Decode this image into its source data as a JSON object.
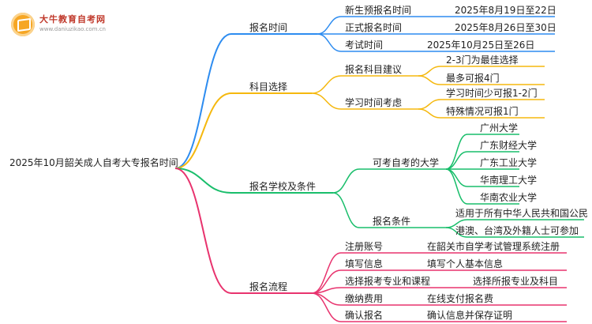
{
  "logo": {
    "title": "大牛教育自考网",
    "url": "www.daniuzikao.com.cn",
    "icon": "book-icon",
    "color": "#f6a623"
  },
  "root": "2025年10月韶关成人自考大专报名时间",
  "branches": [
    {
      "label": "报名时间",
      "color": "#2d8cf0",
      "children": [
        {
          "label": "新生预报名时间",
          "detail": "2025年8月19日至22日"
        },
        {
          "label": "正式报名时间",
          "detail": "2025年8月26日至30日"
        },
        {
          "label": "考试时间",
          "detail": "2025年10月25日至26日"
        }
      ]
    },
    {
      "label": "科目选择",
      "color": "#f5b80e",
      "children": [
        {
          "label": "报名科目建议",
          "items": [
            "2-3门为最佳选择",
            "最多可报4门"
          ]
        },
        {
          "label": "学习时间考虑",
          "items": [
            "学习时间少可报1-2门",
            "特殊情况可报1门"
          ]
        }
      ]
    },
    {
      "label": "报名学校及条件",
      "color": "#19be6b",
      "children": [
        {
          "label": "可考自考的大学",
          "items": [
            "广州大学",
            "广东财经大学",
            "广东工业大学",
            "华南理工大学",
            "华南农业大学"
          ]
        },
        {
          "label": "报名条件",
          "items": [
            "适用于所有中华人民共和国公民",
            "港澳、台湾及外籍人士可参加"
          ]
        }
      ]
    },
    {
      "label": "报名流程",
      "color": "#e8336e",
      "children": [
        {
          "label": "注册账号",
          "detail": "在韶关市自学考试管理系统注册"
        },
        {
          "label": "填写信息",
          "detail": "填写个人基本信息"
        },
        {
          "label": "选择报考专业和课程",
          "detail": "选择所报专业及科目"
        },
        {
          "label": "缴纳费用",
          "detail": "在线支付报名费"
        },
        {
          "label": "确认报名",
          "detail": "确认信息并保存证明"
        }
      ]
    }
  ]
}
